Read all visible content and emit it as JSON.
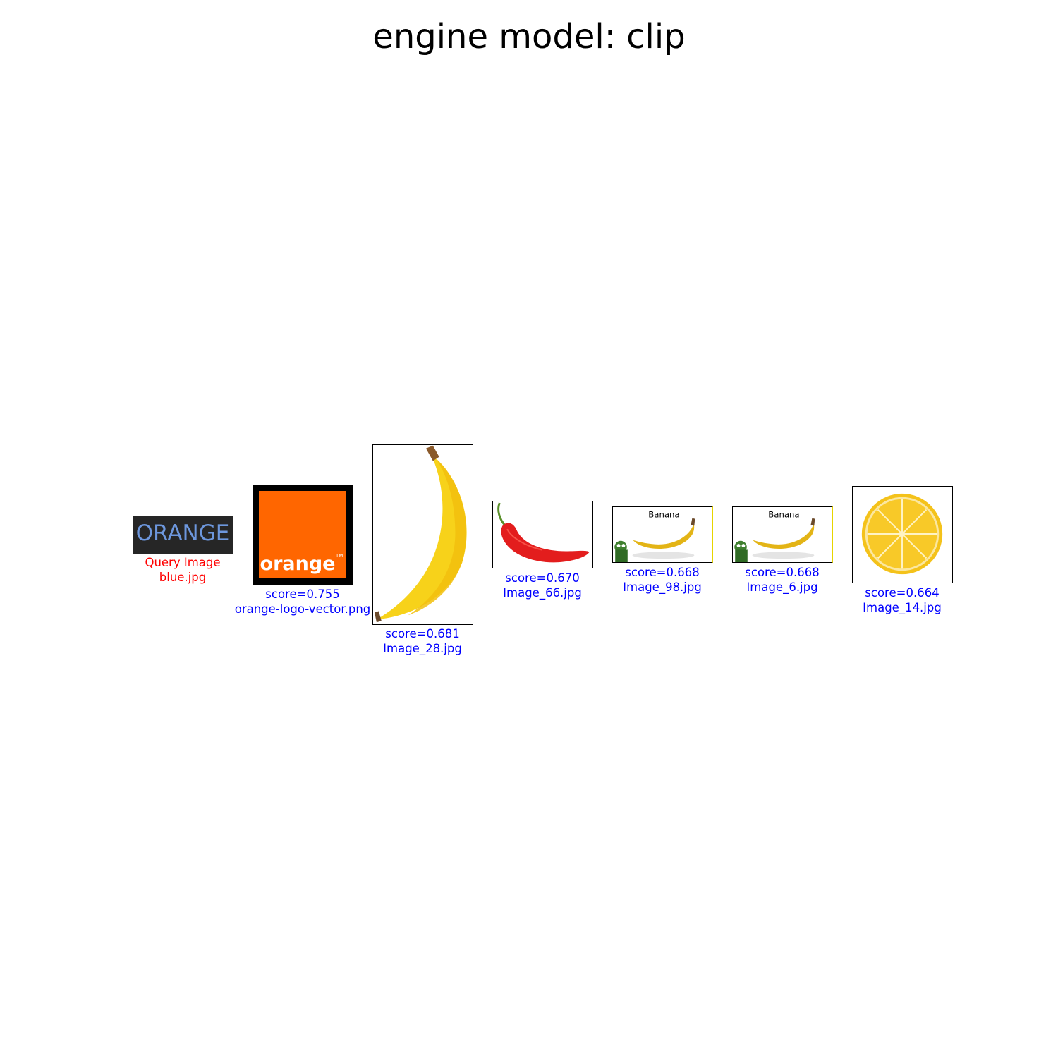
{
  "title": "engine model: clip",
  "query": {
    "label": "Query Image",
    "filename": "blue.jpg",
    "image_text": "ORANGE",
    "color": "#ff0000"
  },
  "results": [
    {
      "score": "score=0.755",
      "filename": "orange-logo-vector.png",
      "image_text": "orange"
    },
    {
      "score": "score=0.681",
      "filename": "Image_28.jpg"
    },
    {
      "score": "score=0.670",
      "filename": "Image_66.jpg"
    },
    {
      "score": "score=0.668",
      "filename": "Image_98.jpg",
      "image_text": "Banana"
    },
    {
      "score": "score=0.668",
      "filename": "Image_6.jpg",
      "image_text": "Banana"
    },
    {
      "score": "score=0.664",
      "filename": "Image_14.jpg"
    }
  ],
  "result_caption_color": "#0000ff"
}
